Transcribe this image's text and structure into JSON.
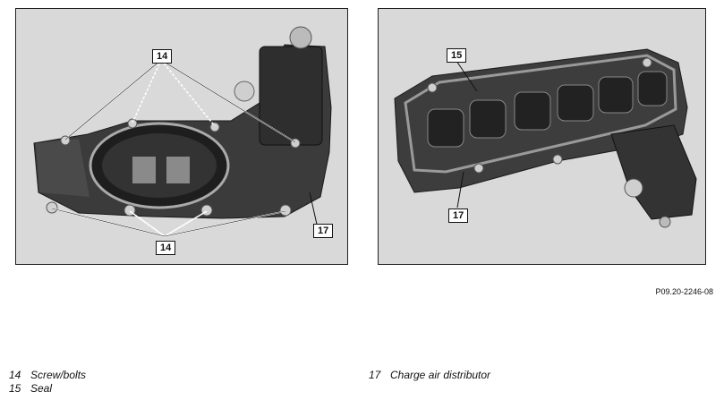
{
  "figure": {
    "left_image": {
      "callouts": [
        "14",
        "14",
        "17"
      ]
    },
    "right_image": {
      "callouts": [
        "15",
        "17"
      ]
    },
    "figure_id": "P09.20-2246-08"
  },
  "legend": [
    {
      "number": "14",
      "text": "Screw/bolts"
    },
    {
      "number": "15",
      "text": "Seal"
    },
    {
      "number": "17",
      "text": "Charge air distributor"
    }
  ]
}
